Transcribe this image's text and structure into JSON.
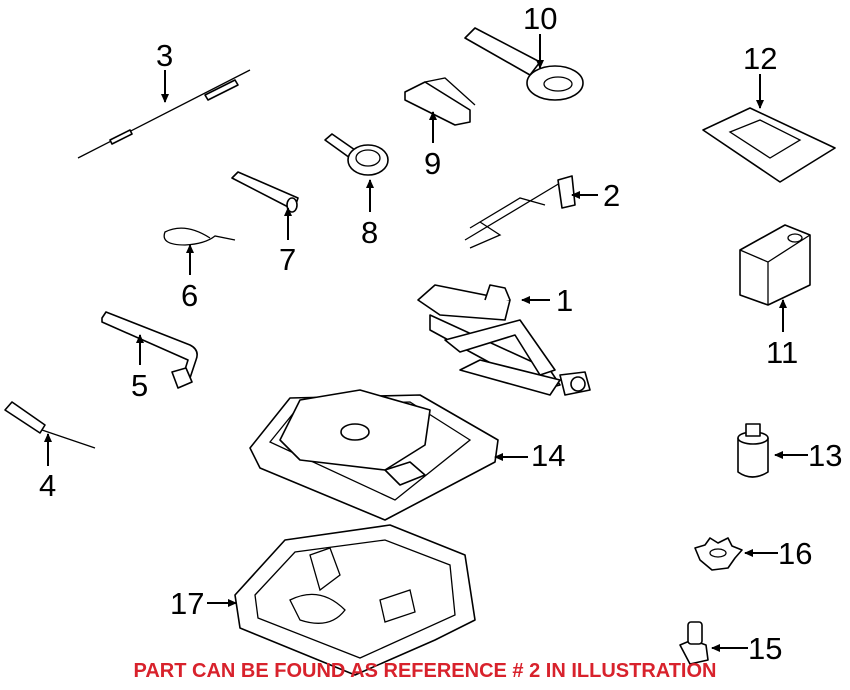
{
  "diagram": {
    "callouts": [
      "1",
      "2",
      "3",
      "4",
      "5",
      "6",
      "7",
      "8",
      "9",
      "10",
      "11",
      "12",
      "13",
      "14",
      "15",
      "16",
      "17"
    ],
    "note": "PART CAN BE FOUND AS REFERENCE # 2 IN ILLUSTRATION",
    "note_color": "#d8222c"
  }
}
